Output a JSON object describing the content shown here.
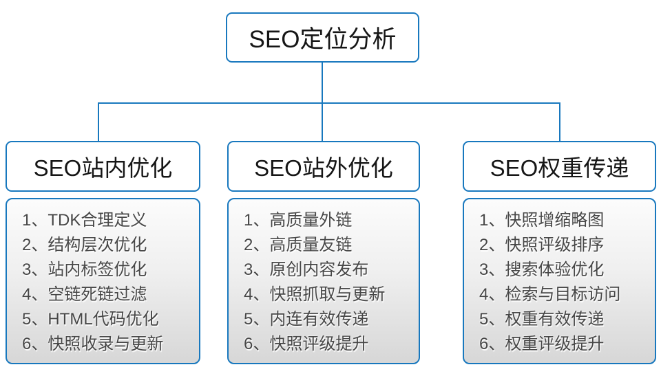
{
  "diagram_title": "SEO定位分析",
  "root": {
    "label": "SEO定位分析"
  },
  "columns": [
    {
      "title": "SEO站内优化",
      "items": [
        "1、TDK合理定义",
        "2、结构层次优化",
        "3、站内标签优化",
        "4、空链死链过滤",
        "5、HTML代码优化",
        "6、快照收录与更新"
      ]
    },
    {
      "title": "SEO站外优化",
      "items": [
        "1、高质量外链",
        "2、高质量友链",
        "3、原创内容发布",
        "4、快照抓取与更新",
        "5、内连有效传递",
        "6、快照评级提升"
      ]
    },
    {
      "title": "SEO权重传递",
      "items": [
        "1、快照增缩略图",
        "2、快照评级排序",
        "3、搜索体验优化",
        "4、检索与目标访问",
        "5、权重有效传递",
        "6、权重评级提升"
      ]
    }
  ],
  "colors": {
    "accent_blue": "#1878be",
    "panel_gradient_top": "#fcfcfc",
    "panel_gradient_bottom": "#d7d7d7",
    "header_text": "#161616",
    "list_text": "#474747",
    "background": "#ffffff"
  }
}
